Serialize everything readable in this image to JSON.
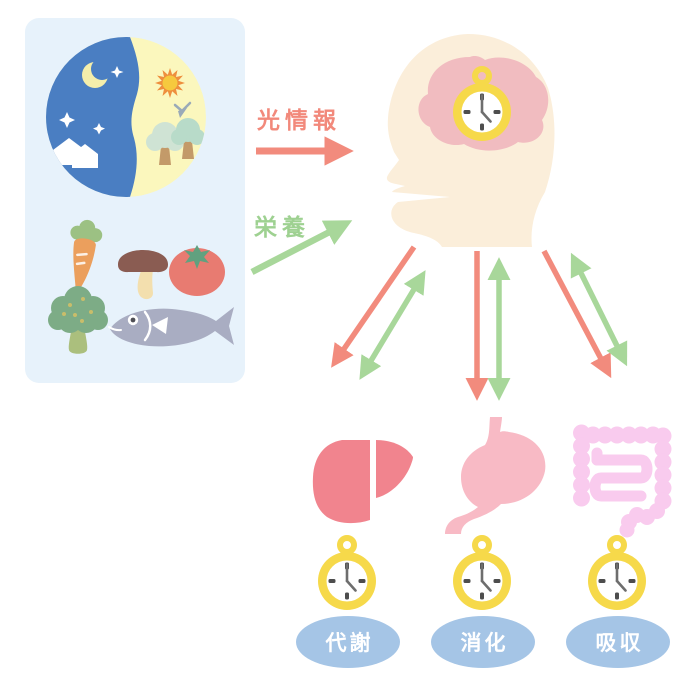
{
  "arrows": {
    "light_info": {
      "label": "光情報"
    },
    "nutrition": {
      "label": "栄養"
    }
  },
  "organ_clocks": [
    {
      "organ": "liver",
      "label": "代謝"
    },
    {
      "organ": "stomach",
      "label": "消化"
    },
    {
      "organ": "intestine",
      "label": "吸収"
    }
  ],
  "icons": [
    "day-night-cycle-icon",
    "moon-icon",
    "sun-icon",
    "star-icon",
    "house-icon",
    "bird-icon",
    "tree-icon",
    "carrot-icon",
    "mushroom-icon",
    "tomato-icon",
    "broccoli-icon",
    "fish-icon",
    "head-icon",
    "brain-icon",
    "clock-icon",
    "liver-icon",
    "stomach-icon",
    "intestine-icon"
  ],
  "colors": {
    "background": "#ffffff",
    "panel_bg": "#e7f2fb",
    "signal_red": "#f28b7d",
    "feedback_green": "#a8d79a",
    "clock_yellow": "#f6d94a",
    "ellipse_blue": "#a5c5e6",
    "ellipse_text": "#ffffff",
    "head_skin": "#fbeeda",
    "brain_pink": "#f1bcc0",
    "liver_pink": "#f1848e",
    "stomach_pink": "#f8bac5",
    "intestine_pink": "#f9cbee",
    "night_blue": "#4a7ec2",
    "day_yellow": "#fbf7bd"
  }
}
